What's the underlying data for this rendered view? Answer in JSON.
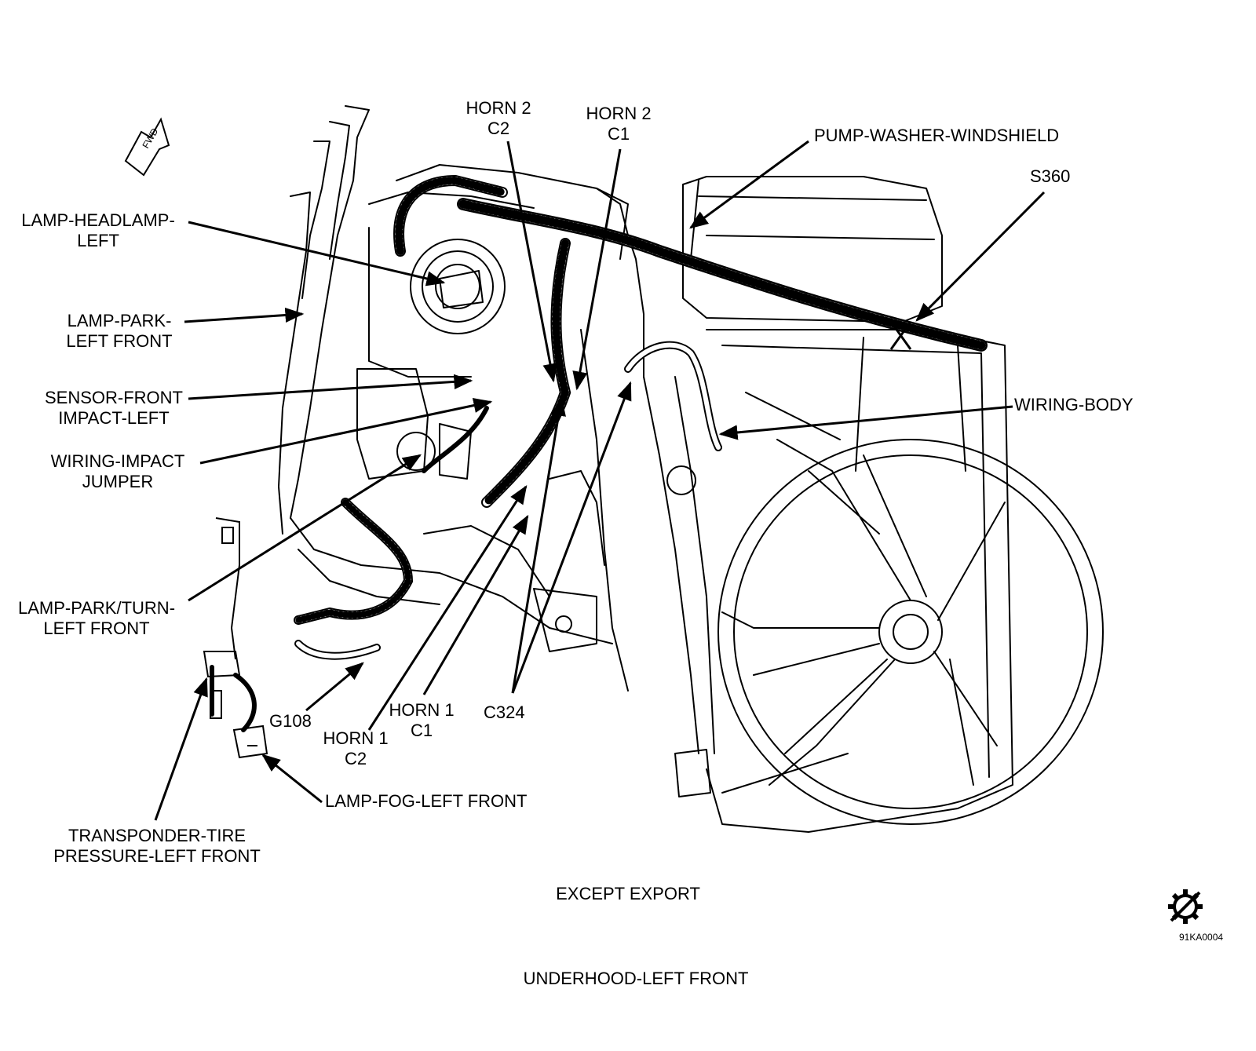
{
  "labels": {
    "horn2_c2": [
      "HORN 2",
      "C2"
    ],
    "horn2_c1": [
      "HORN 2",
      "C1"
    ],
    "pump_washer": [
      "PUMP-WASHER-WINDSHIELD"
    ],
    "s360": [
      "S360"
    ],
    "lamp_headlamp": [
      "LAMP-HEADLAMP-",
      "LEFT"
    ],
    "lamp_park": [
      "LAMP-PARK-",
      "LEFT FRONT"
    ],
    "sensor_impact": [
      "SENSOR-FRONT",
      "IMPACT-LEFT"
    ],
    "wiring_impact": [
      "WIRING-IMPACT",
      "JUMPER"
    ],
    "wiring_body": [
      "WIRING-BODY"
    ],
    "lamp_park_turn": [
      "LAMP-PARK/TURN-",
      "LEFT FRONT"
    ],
    "g108": [
      "G108"
    ],
    "horn1_c2": [
      "HORN 1",
      "C2"
    ],
    "horn1_c1": [
      "HORN 1",
      "C1"
    ],
    "c324": [
      "C324"
    ],
    "lamp_fog": [
      "LAMP-FOG-LEFT FRONT"
    ],
    "transponder": [
      "TRANSPONDER-TIRE",
      "PRESSURE-LEFT FRONT"
    ]
  },
  "fwd_arrow_text": "FWD",
  "subtitle": "EXCEPT EXPORT",
  "caption": "UNDERHOOD-LEFT FRONT",
  "figure_code": "91KA0004",
  "icon": "gear-slash-icon"
}
